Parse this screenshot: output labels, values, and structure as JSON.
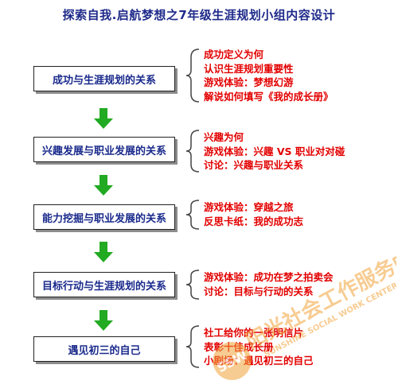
{
  "title": "探索自我.启航梦想之7年级生涯规划小组内容设计",
  "steps": [
    {
      "label": "成功与生涯规划的关系",
      "notes": [
        "成功定义为何",
        "认识生涯规划重要性",
        "游戏体验：梦想幻游",
        "解说如何填写《我的成长册》"
      ]
    },
    {
      "label": "兴趣发展与职业发展的关系",
      "notes": [
        "兴趣为何",
        "游戏体验：兴趣 VS 职业对对碰",
        "讨论：兴趣与职业关系"
      ]
    },
    {
      "label": "能力挖掘与职业发展的关系",
      "notes": [
        "游戏体验：穿越之旅",
        "反思卡纸：我的成功志"
      ]
    },
    {
      "label": "目标行动与生涯规划的关系",
      "notes": [
        "游戏体验：成功在梦之拍卖会",
        "讨论：目标与行动的关系"
      ]
    },
    {
      "label": "遇见初三的自己",
      "notes": [
        "社工给你的一张明信片",
        "表彰十佳成长册",
        "小剧场：遇见初三的自己"
      ]
    }
  ],
  "watermark": {
    "text": "阳光社会工作服务中心",
    "en": "SUNSHINE SOCIAL WORK CENTER",
    "badge": "SSW"
  },
  "colors": {
    "box_text": "#1a2a8c",
    "notes": "#e30000",
    "arrow": "#22aa22",
    "title": "#1e2a8a"
  }
}
